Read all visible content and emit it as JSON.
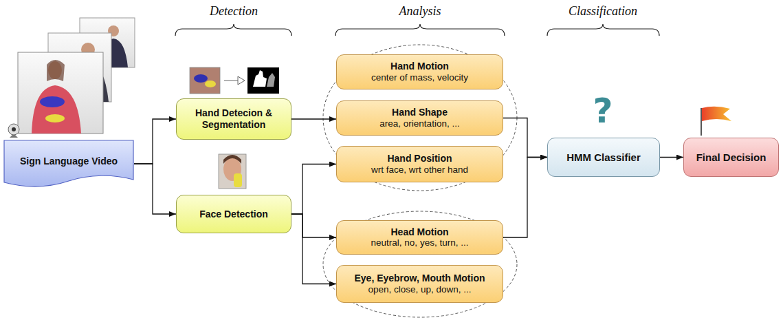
{
  "diagram": {
    "nodes": [
      {
        "text": [
          "Sign Language Video"
        ]
      },
      {
        "text": [
          "Hand Detecion & Segmentation"
        ]
      },
      {
        "text": [
          "Face Detection"
        ]
      },
      {
        "text": [
          "Hand Motion",
          "center of mass, velocity"
        ]
      },
      {
        "text": [
          "Hand Shape",
          "area, orientation, ..."
        ]
      },
      {
        "text": [
          "Hand Position",
          "wrt face, wrt other hand"
        ]
      },
      {
        "text": [
          "Head Motion",
          "neutral, no, yes, turn, ..."
        ]
      },
      {
        "text": [
          "Eye, Eyebrow, Mouth Motion",
          "open, close, up, down, ..."
        ]
      },
      {
        "text": [
          "HMM Classifier"
        ]
      },
      {
        "text": [
          "Final Decision"
        ]
      }
    ],
    "edges": [
      {
        "from": 0,
        "to": 1,
        "arrow": "to"
      },
      {
        "from": 0,
        "to": 2,
        "arrow": "to"
      },
      {
        "from": 1,
        "to": 4,
        "arrow": "to"
      },
      {
        "from": 2,
        "to": 5,
        "arrow": "to"
      },
      {
        "from": 2,
        "to": 6,
        "arrow": "to"
      },
      {
        "from": 2,
        "to": 7,
        "arrow": "to"
      },
      {
        "from": 4,
        "to": 8,
        "arrow": "to"
      },
      {
        "from": 6,
        "to": 8,
        "arrow": "to"
      },
      {
        "from": 8,
        "to": 9,
        "arrow": "to"
      }
    ],
    "labels": [
      "Detection",
      "Analysis",
      "Classification",
      "?"
    ]
  }
}
